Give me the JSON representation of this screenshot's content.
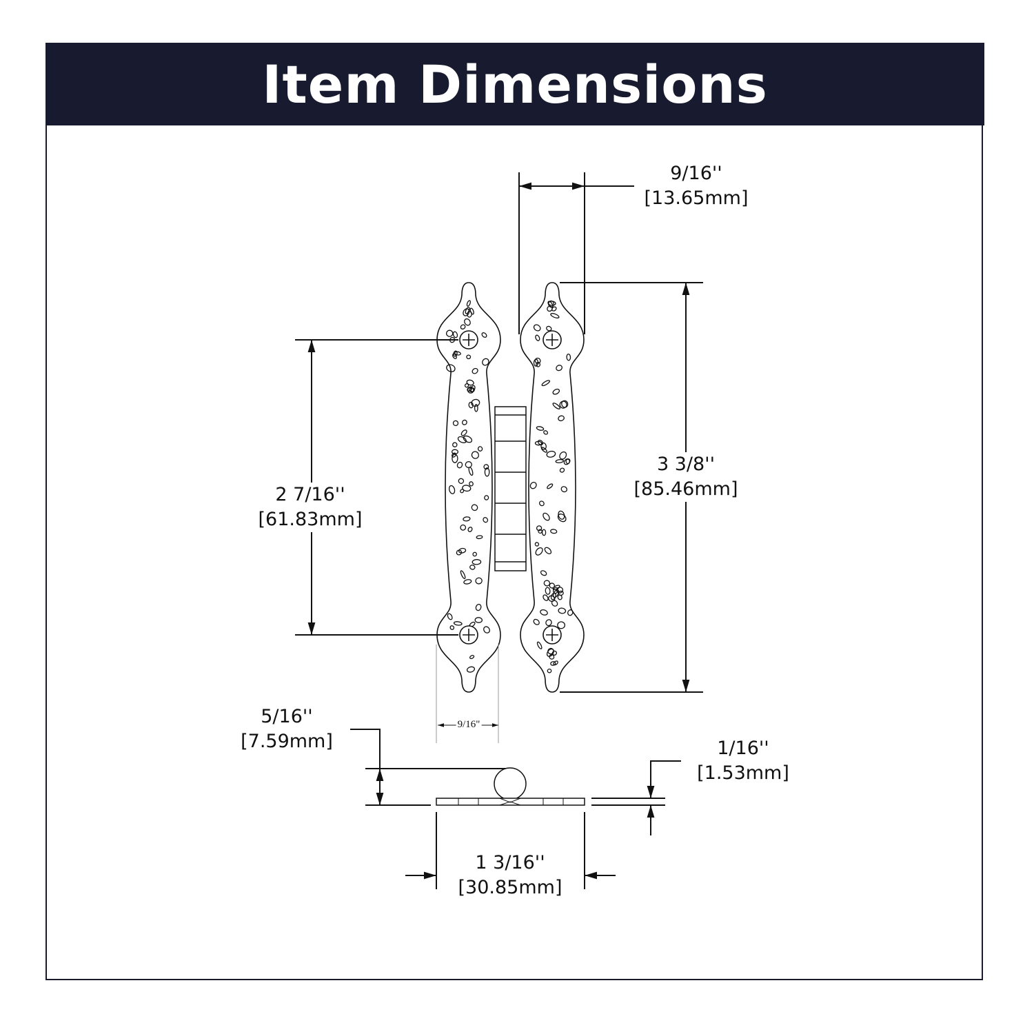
{
  "header": {
    "title": "Item Dimensions"
  },
  "dimensions": {
    "top_width": {
      "imperial": "9/16''",
      "metric": "[13.65mm]"
    },
    "overall_height": {
      "imperial": "3 3/8''",
      "metric": "[85.46mm]"
    },
    "hole_spacing": {
      "imperial": "2 7/16''",
      "metric": "[61.83mm]"
    },
    "leaf_width": {
      "imperial": "9/16\""
    },
    "knuckle_height": {
      "imperial": "5/16''",
      "metric": "[7.59mm]"
    },
    "thickness": {
      "imperial": "1/16''",
      "metric": "[1.53mm]"
    },
    "open_width": {
      "imperial": "1 3/16''",
      "metric": "[30.85mm]"
    }
  },
  "colors": {
    "header_bg": "#181a2f",
    "line": "#111111"
  }
}
